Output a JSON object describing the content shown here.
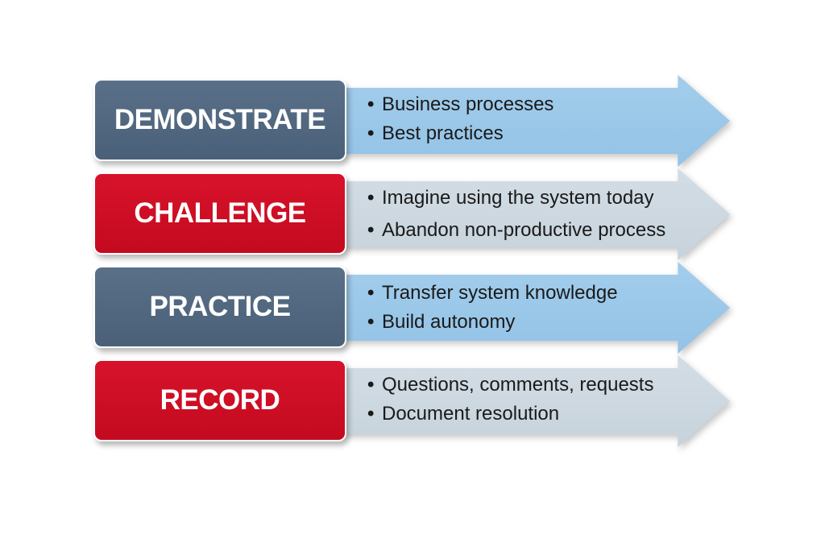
{
  "steps": [
    {
      "label": "DEMONSTRATE",
      "bullets": [
        "Business processes",
        "Best practices"
      ]
    },
    {
      "label": "CHALLENGE",
      "bullets": [
        "Imagine using the system today",
        "Abandon non-productive process"
      ]
    },
    {
      "label": "PRACTICE",
      "bullets": [
        "Transfer system knowledge",
        "Build autonomy"
      ]
    },
    {
      "label": "RECORD",
      "bullets": [
        "Questions, comments, requests",
        "Document resolution"
      ]
    }
  ],
  "colors": {
    "slate_box": "#52687f",
    "red_box": "#cf0e25",
    "blue_arrow": "#9bc8ea",
    "gray_arrow": "#cdd8e0",
    "bullet_text": "#1a1a1a"
  }
}
